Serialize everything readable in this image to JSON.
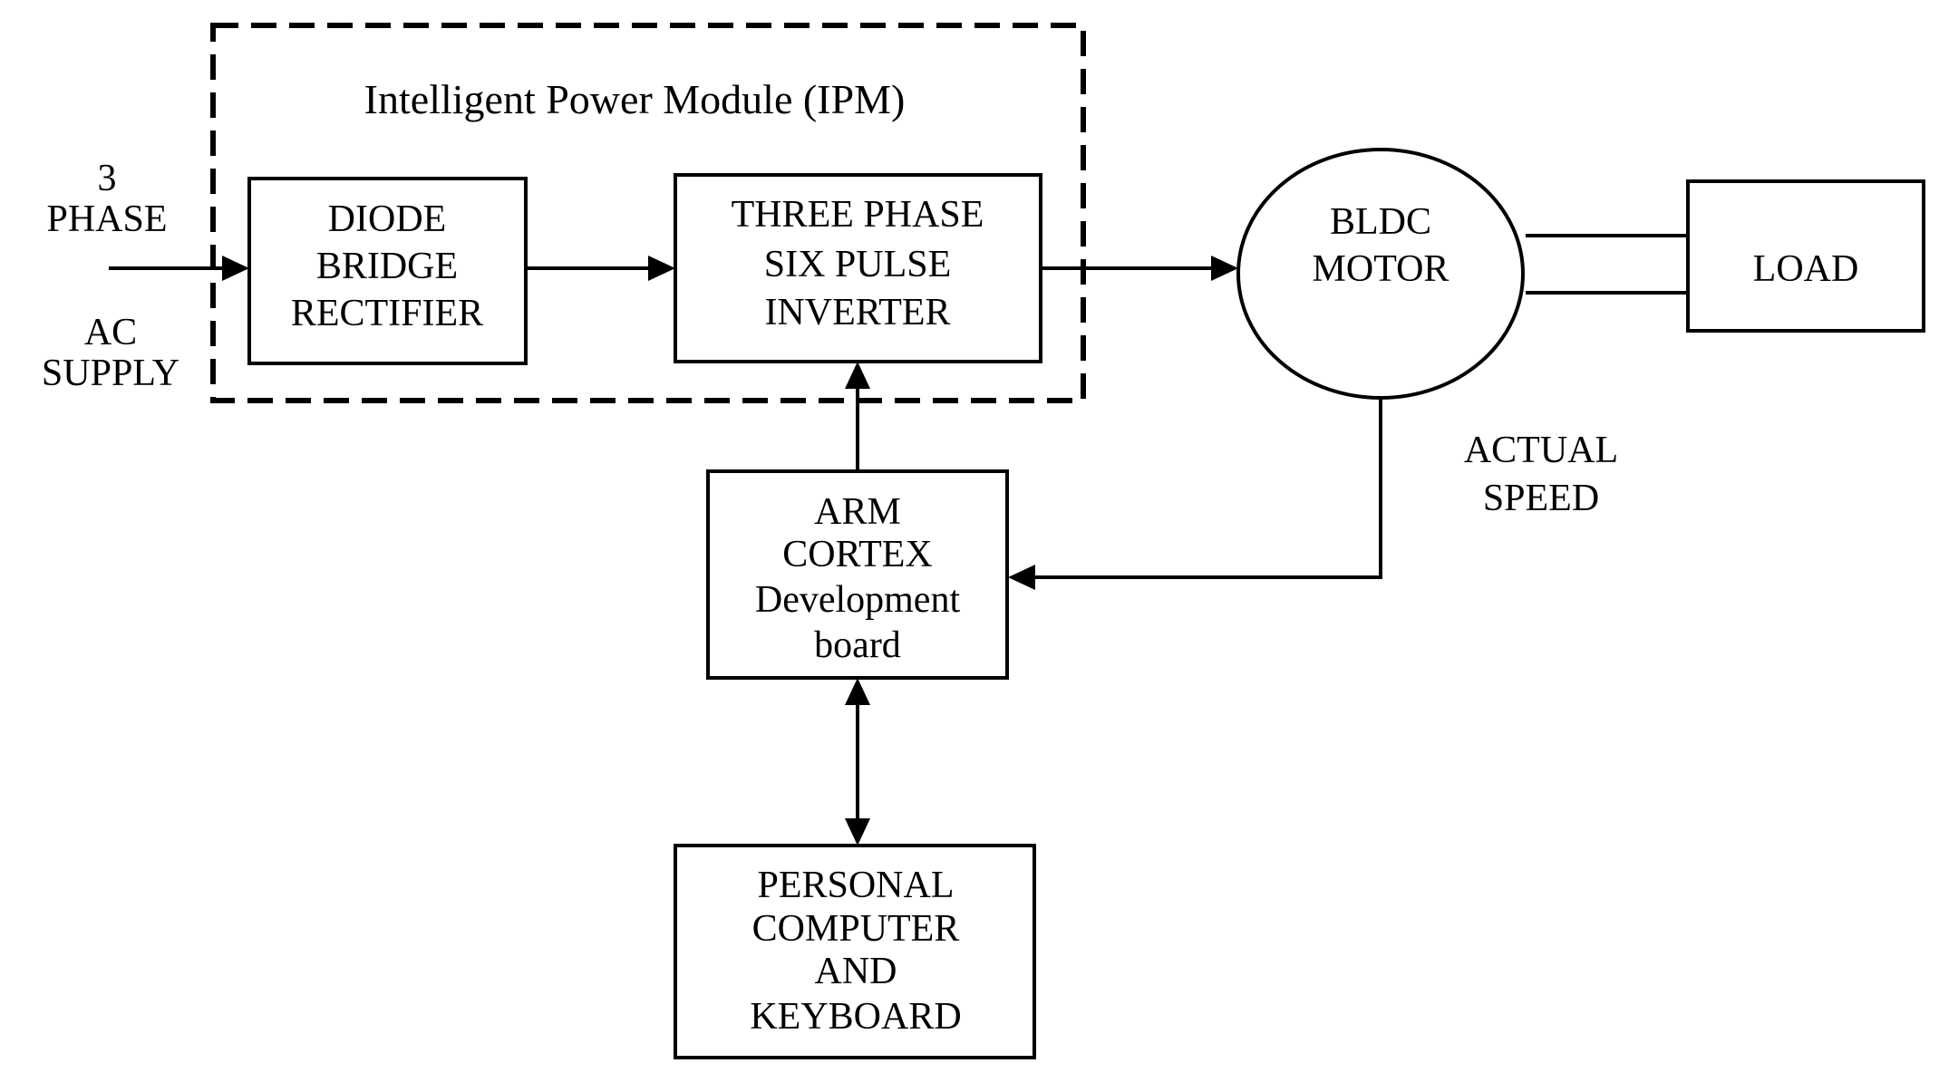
{
  "diagram": {
    "ipm_title": "Intelligent Power Module (IPM)",
    "input_supply": [
      "3",
      "PHASE",
      "AC",
      "SUPPLY"
    ],
    "blocks": {
      "rectifier": [
        "DIODE",
        "BRIDGE",
        "RECTIFIER"
      ],
      "inverter": [
        "THREE PHASE",
        "SIX PULSE",
        "INVERTER"
      ],
      "motor": [
        "BLDC",
        "MOTOR"
      ],
      "load": [
        "LOAD"
      ],
      "controller": [
        "ARM",
        "CORTEX",
        "Development",
        "board"
      ],
      "pc": [
        "PERSONAL",
        "COMPUTER",
        "AND",
        "KEYBOARD"
      ]
    },
    "feedback_label": [
      "ACTUAL",
      "SPEED"
    ]
  }
}
